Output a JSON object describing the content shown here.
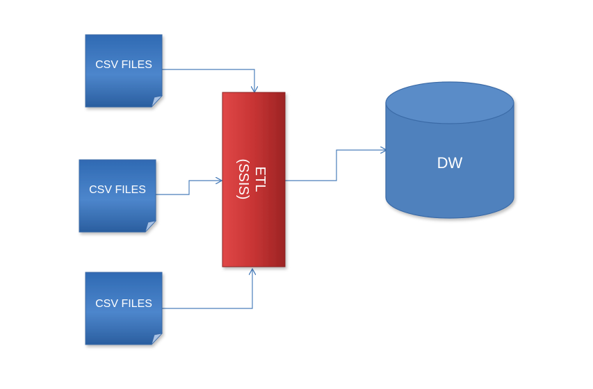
{
  "diagram": {
    "sources": [
      {
        "label": "CSV FILES"
      },
      {
        "label": "CSV FILES"
      },
      {
        "label": "CSV FILES"
      }
    ],
    "etl": {
      "line1": "ETL",
      "line2": "(SSIS)"
    },
    "target": {
      "label": "DW"
    }
  },
  "colors": {
    "document_fill": "#4a7ebb",
    "etl_fill": "#c0392b",
    "cylinder_fill": "#4f81bd",
    "connector": "#4a7ebb"
  }
}
